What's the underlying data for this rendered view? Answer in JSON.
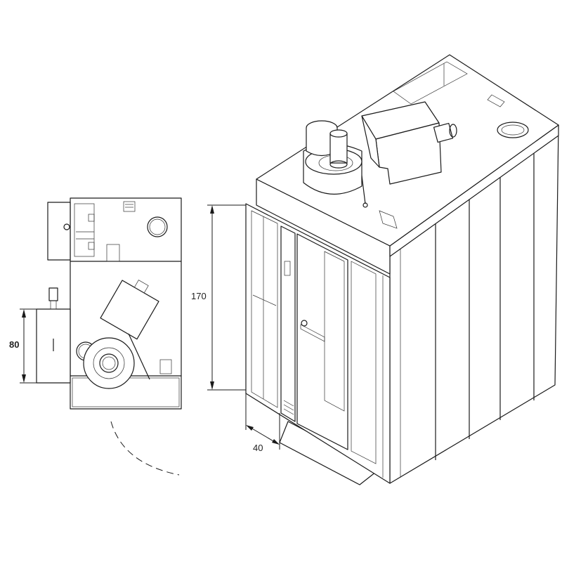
{
  "diagram": {
    "dimensions": {
      "plan_width": "80",
      "height": "170",
      "door_depth": "40"
    },
    "colors": {
      "line": "#1a1a1a",
      "background": "#ffffff"
    }
  }
}
